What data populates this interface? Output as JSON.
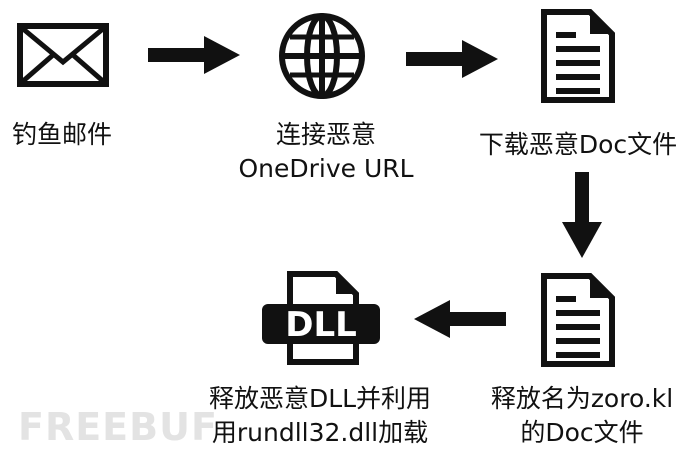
{
  "steps": {
    "phishing": {
      "label": "钓鱼邮件"
    },
    "connect": {
      "line1": "连接恶意",
      "line2": "OneDrive URL"
    },
    "download": {
      "label": "下载恶意Doc文件"
    },
    "release_doc": {
      "line1": "释放名为zoro.kl",
      "line2": "的Doc文件"
    },
    "release_dll": {
      "line1": "释放恶意DLL并利用",
      "line2": "用rundll32.dll加载"
    }
  },
  "dll_icon_text": "DLL",
  "watermark": "FREEBUF",
  "icons": [
    "envelope-icon",
    "globe-icon",
    "document-icon",
    "document-icon",
    "dll-file-icon"
  ],
  "colors": {
    "ink": "#111111",
    "watermark": "#e3e3e3"
  }
}
